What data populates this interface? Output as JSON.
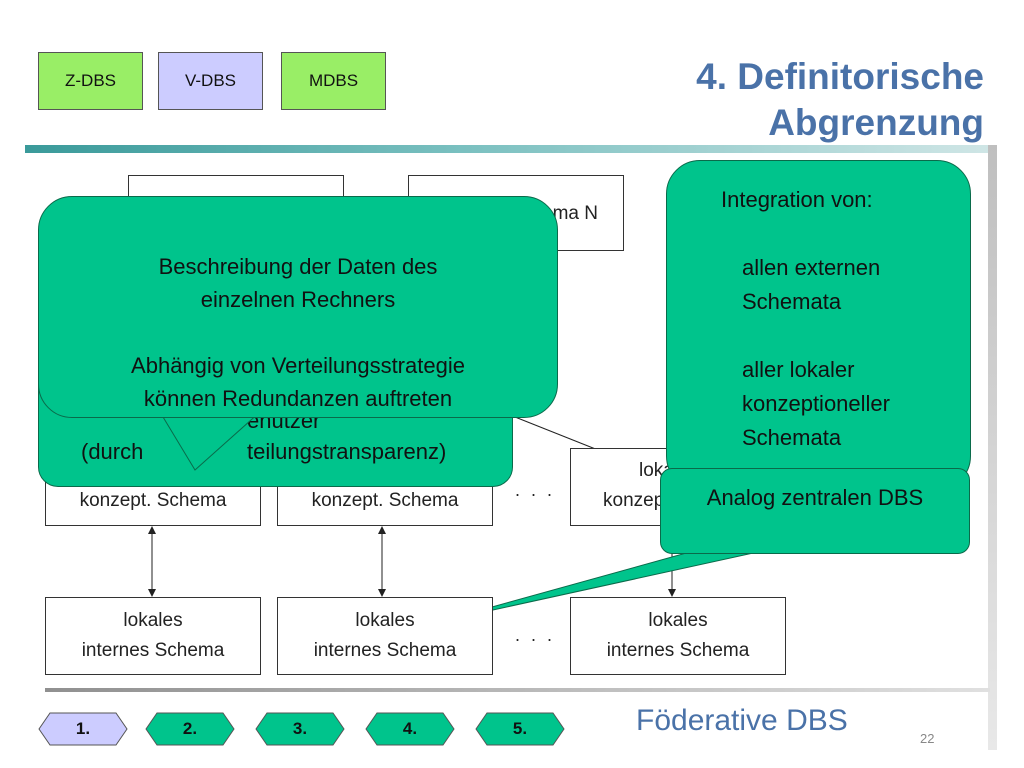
{
  "tags": [
    "Z-DBS",
    "V-DBS",
    "MDBS"
  ],
  "colors": {
    "green_tag": "#99ee66",
    "violet_tag": "#ccccff",
    "callout": "#00c48c",
    "title": "#4a72a8",
    "bar": "#3a9a9a"
  },
  "title": {
    "line1": "4. Definitorische",
    "line2": "Abgrenzung"
  },
  "diagram": {
    "top_box_right": "ma N",
    "konzept_boxes": [
      "konzept. Schema",
      "konzept. Schema",
      "konzept. Schema"
    ],
    "konzept_box3_partial": "loka",
    "lokal_boxes": [
      {
        "line1": "lokales",
        "line2": "internes Schema"
      },
      {
        "line1": "lokales",
        "line2": "internes Schema"
      },
      {
        "line1": "lokales",
        "line2": "internes Schema"
      }
    ],
    "dots": ". . ."
  },
  "callouts": {
    "back_partial": {
      "line1": "enutzer",
      "line2": "(durch",
      "line2b": "teilungstransparenz)"
    },
    "main": {
      "line1": "Beschreibung der Daten des",
      "line2": "einzelnen Rechners",
      "line3": "Abhängig von Verteilungsstrategie",
      "line4": "können Redundanzen auftreten"
    },
    "integration": {
      "heading": "Integration von:",
      "item1a": "allen externen",
      "item1b": "Schemata",
      "item2a": "aller lokaler",
      "item2b": "konzeptioneller",
      "item2c": "Schemata"
    },
    "analog": "Analog zentralen DBS"
  },
  "footer": {
    "steps": [
      "1.",
      "2.",
      "3.",
      "4.",
      "5."
    ],
    "section": "Föderative DBS",
    "page": "22"
  }
}
